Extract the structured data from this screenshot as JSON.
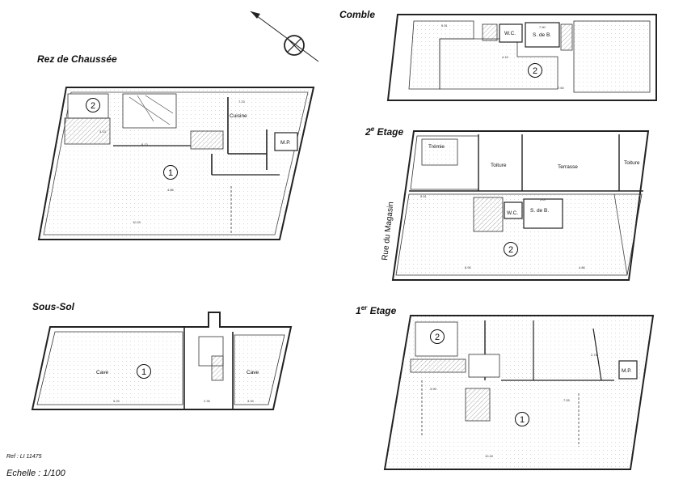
{
  "titles": {
    "rez": "Rez de Chaussée",
    "comble": "Comble",
    "etage2_num": "2",
    "etage2_sup": "e",
    "etage2_word": "Etage",
    "soussol": "Sous-Sol",
    "etage1_num": "1",
    "etage1_sup": "er",
    "etage1_word": "Etage"
  },
  "rooms": {
    "cuisine": "Cuisine",
    "mp": "M.P.",
    "wc": "W.C.",
    "sdb": "S. de B.",
    "tremie": "Trémie",
    "toiture": "Toiture",
    "terrasse": "Terrasse",
    "cave": "Cave"
  },
  "lots": {
    "one": "1",
    "two": "2"
  },
  "street": "Rue du Magasin",
  "dimensions": {
    "rez_a": "8.13",
    "rez_b": "4.86",
    "rez_c": "10.20",
    "rez_d": "7.23",
    "rez_e": "3.13",
    "comble_a": "5.51",
    "comble_b": "7.90",
    "comble_c": "7.60",
    "comble_d": "4.19",
    "e2_a": "5.51",
    "e2_b": "8.90",
    "e2_c": "4.86",
    "e2_d": "2.67",
    "ss_a": "5.29",
    "ss_b": "2.35",
    "ss_c": "3.33",
    "e1_a": "3.95",
    "e1_b": "7.05",
    "e1_c": "10.40",
    "e1_d": "2.74"
  },
  "footer": {
    "ref": "Ref : LI 11475",
    "scale": "Echelle : 1/100"
  },
  "icons": {
    "north": "north-arrow-icon"
  }
}
